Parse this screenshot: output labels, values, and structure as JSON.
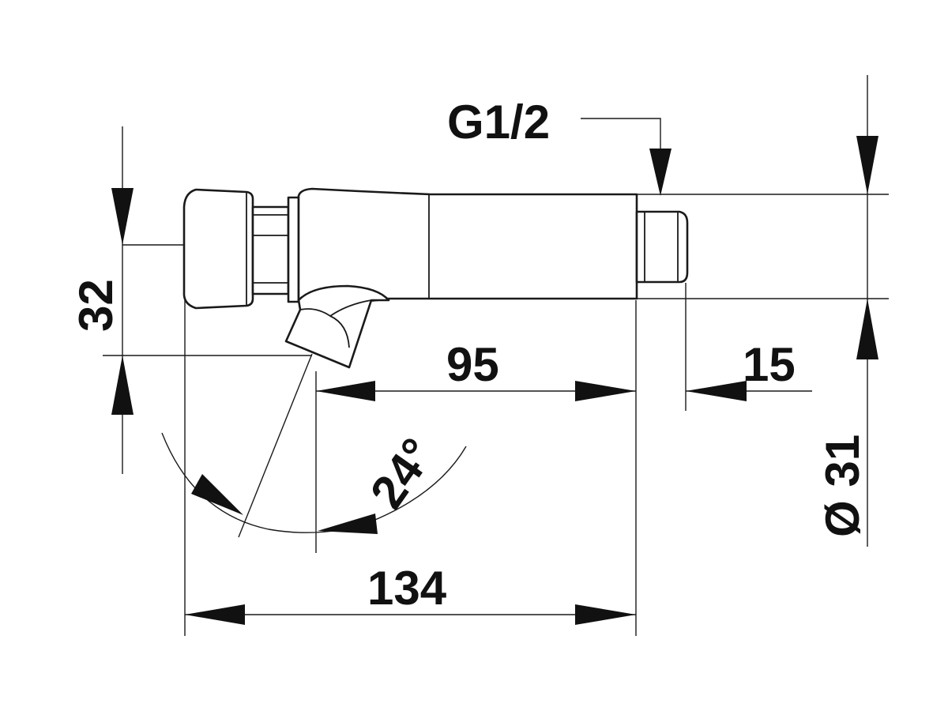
{
  "dimensions": {
    "thread": "G1/2",
    "height": "32",
    "length_spout": "95",
    "length_thread": "15",
    "angle": "24°",
    "diameter": "Ø 31",
    "total_length": "134"
  },
  "colors": {
    "line": "#1a1a1a",
    "background": "#ffffff"
  }
}
